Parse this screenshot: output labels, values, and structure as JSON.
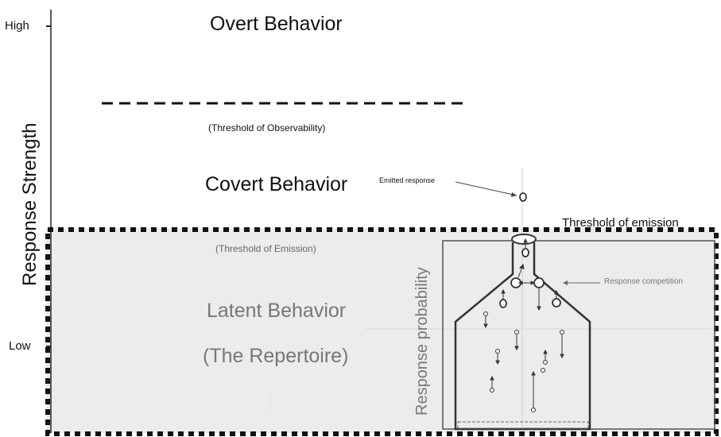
{
  "axis": {
    "title": "Response Strength",
    "high_label": "High",
    "low_label": "Low"
  },
  "regions": {
    "overt": "Overt Behavior",
    "observability_threshold": "(Threshold of Observability)",
    "covert": "Covert Behavior",
    "emission_threshold_inner": "(Threshold of Emission)",
    "latent": "Latent Behavior",
    "repertoire": "(The Repertoire)"
  },
  "inset": {
    "y_label": "Response probability",
    "emitted_response": "Emitted response",
    "threshold_of_emission": "Threshold of emission",
    "response_competition": "Response competition"
  }
}
